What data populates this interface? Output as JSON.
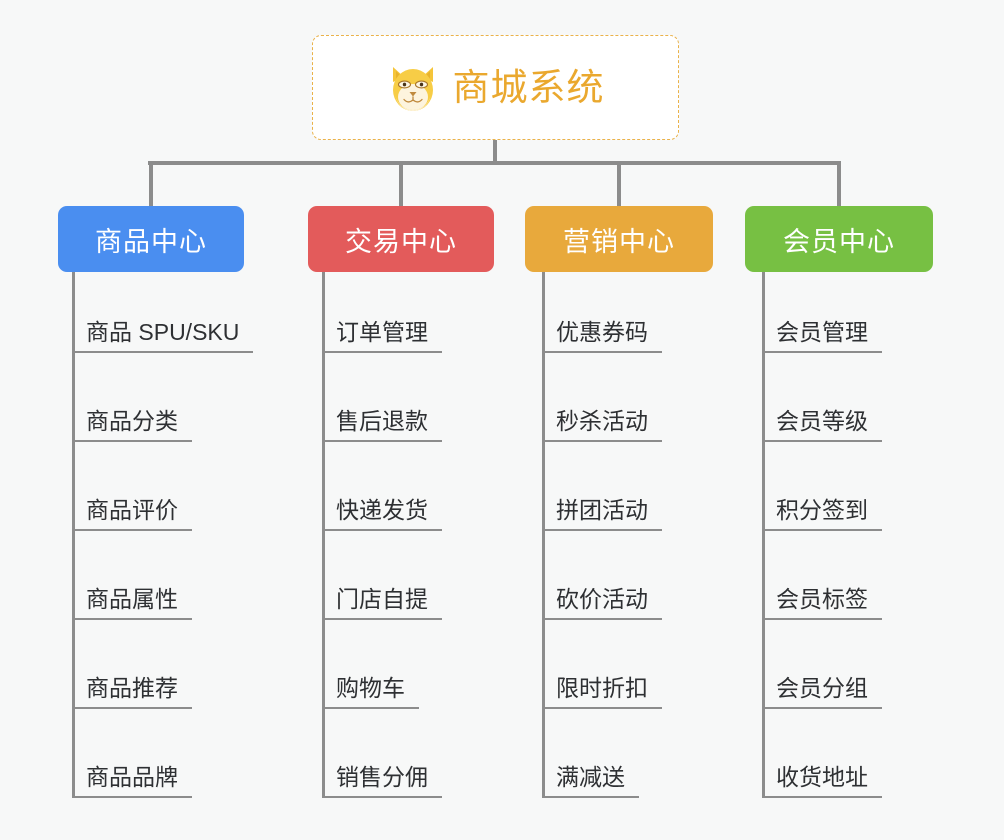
{
  "background_color": "#f7f8f8",
  "connector_color": "#8c8c8c",
  "root": {
    "title": "商城系统",
    "icon": "shiba-dog-face-icon",
    "text_color": "#eaa82e",
    "border_color": "#eab24a",
    "background_color": "#ffffff"
  },
  "columns": [
    {
      "label": "商品中心",
      "color": "#4a8ef0",
      "items": [
        "商品 SPU/SKU",
        "商品分类",
        "商品评价",
        "商品属性",
        "商品推荐",
        "商品品牌"
      ]
    },
    {
      "label": "交易中心",
      "color": "#e35b5b",
      "items": [
        "订单管理",
        "售后退款",
        "快递发货",
        "门店自提",
        "购物车",
        "销售分佣"
      ]
    },
    {
      "label": "营销中心",
      "color": "#e8a93c",
      "items": [
        "优惠券码",
        "秒杀活动",
        "拼团活动",
        "砍价活动",
        "限时折扣",
        "满减送"
      ]
    },
    {
      "label": "会员中心",
      "color": "#77c043",
      "items": [
        "会员管理",
        "会员等级",
        "积分签到",
        "会员标签",
        "会员分组",
        "收货地址"
      ]
    }
  ]
}
